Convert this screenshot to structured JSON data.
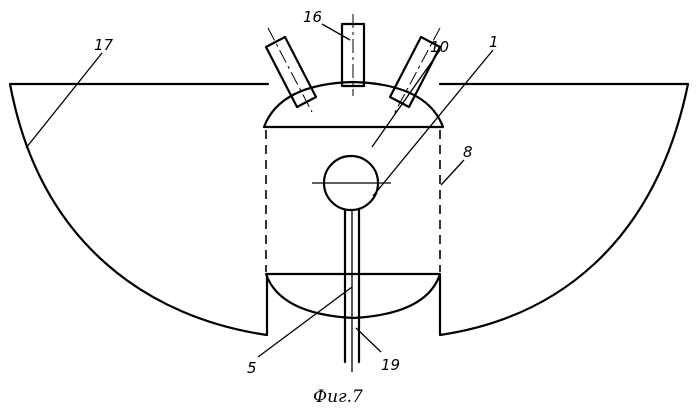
{
  "labels": {
    "l17": "17",
    "l16": "16",
    "l10": "10",
    "l1": "1",
    "l8": "8",
    "l5": "5",
    "l19": "19"
  },
  "caption": "Фиг.7"
}
